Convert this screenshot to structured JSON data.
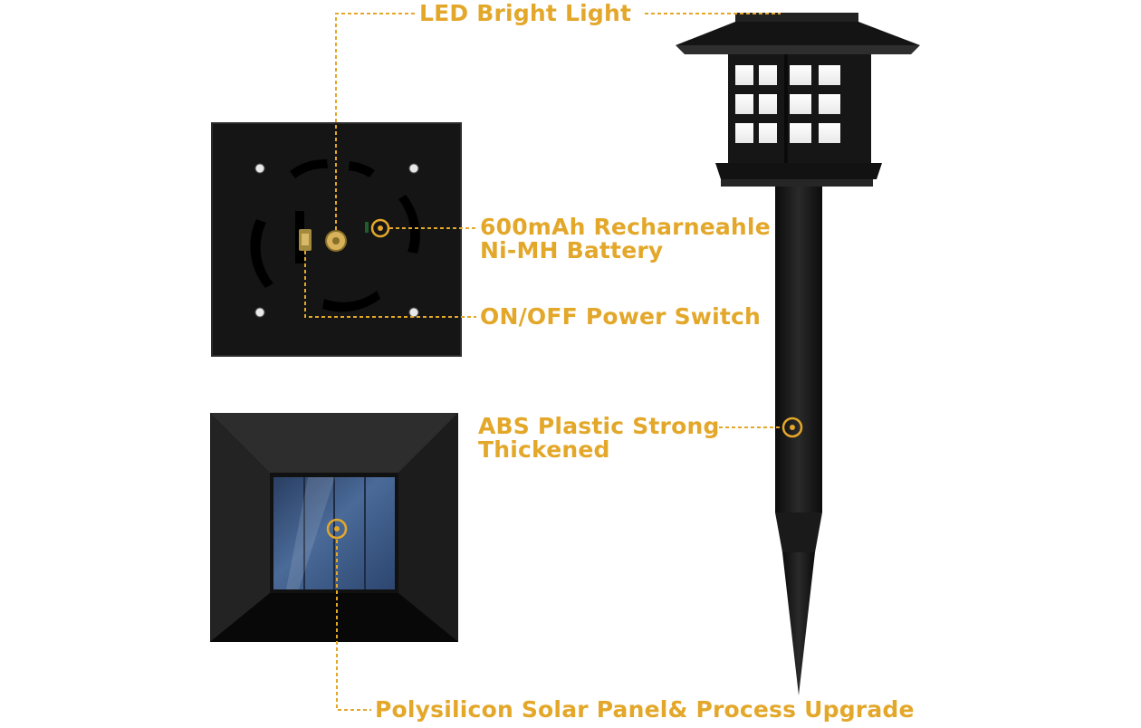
{
  "colors": {
    "accent": "#e3a72a",
    "product": "#151515",
    "background": "#ffffff",
    "solar_cell": "#3f5e8c"
  },
  "callouts": {
    "led": "LED  Bright Light",
    "battery_line1": "600mAh Recharneahle",
    "battery_line2": "Ni-MH Battery",
    "switch": "ON/OFF Power Switch",
    "abs_line1": "ABS Plastic Strong",
    "abs_line2": "Thickened",
    "solar": "Polysilicon Solar Panel&  Process Upgrade"
  }
}
